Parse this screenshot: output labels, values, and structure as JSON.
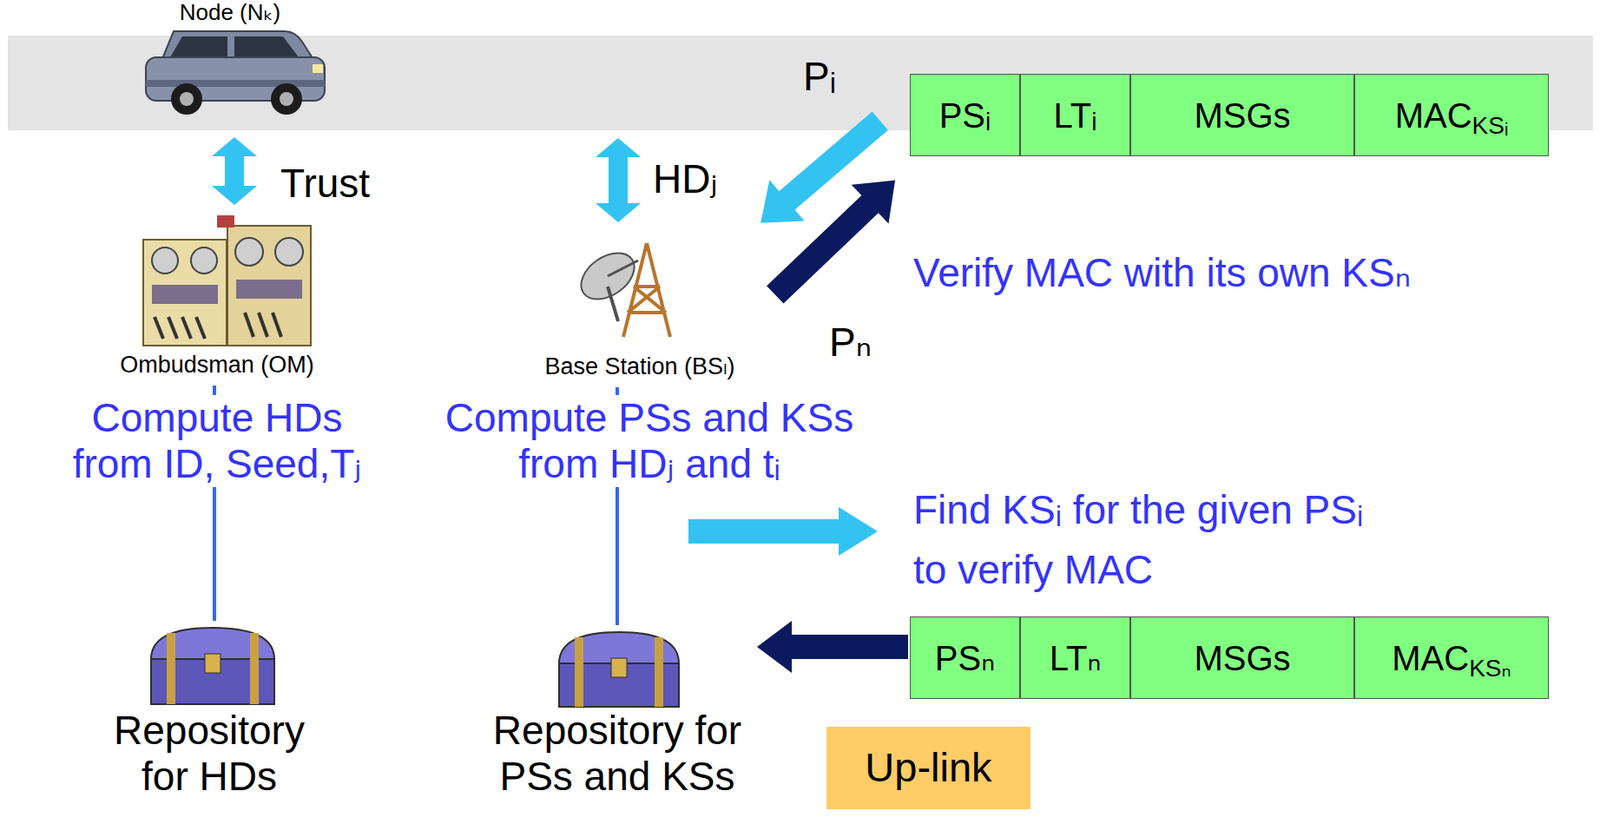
{
  "diagram": {
    "nodes": [
      {
        "text": [
          "Node (Nₖ)"
        ]
      },
      {
        "text": [
          "Ombudsman (OM)"
        ]
      },
      {
        "text": [
          "Base Station (BSₗ)"
        ]
      },
      {
        "text": [
          "PSᵢ"
        ]
      },
      {
        "text": [
          "LTᵢ"
        ]
      },
      {
        "text": [
          "MSGs"
        ]
      },
      {
        "text": [
          "MAC",
          "KSᵢ"
        ]
      },
      {
        "text": [
          "PSₙ"
        ]
      },
      {
        "text": [
          "LTₙ"
        ]
      },
      {
        "text": [
          "MSGs"
        ]
      },
      {
        "text": [
          "MAC",
          "KSₙ"
        ]
      },
      {
        "text": [
          "Repository for HDs"
        ]
      },
      {
        "text": [
          "Repository for PSs and KSs"
        ]
      },
      {
        "text": [
          "Up-link"
        ]
      }
    ],
    "edges": [
      {
        "from": 0,
        "to": 1,
        "label": "Trust",
        "arrow": "both"
      },
      {
        "from": 3,
        "to": 2,
        "label": "Pᵢ",
        "arrow": "to"
      },
      {
        "from": 2,
        "to": 3,
        "label": "Pₙ",
        "arrow": "to"
      },
      {
        "from": 1,
        "to": 11,
        "arrow": "none"
      },
      {
        "from": 2,
        "to": 12,
        "arrow": "none"
      },
      {
        "from": 7,
        "to": 12,
        "arrow": "to"
      }
    ],
    "labels": [
      "HDⱼ",
      "Compute HDs from ID, Seed,Tⱼ",
      "Compute PSs and KSs from HDⱼ and tᵢ",
      "Verify MAC with its own KSₙ",
      "Find KSᵢ for the given PSᵢ to verify MAC"
    ]
  }
}
